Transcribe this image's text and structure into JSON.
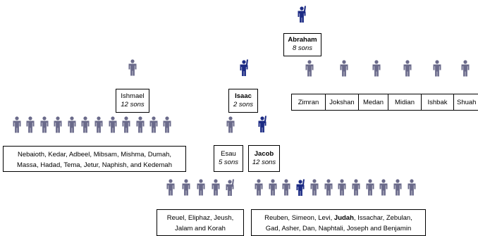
{
  "colors": {
    "grey_figure": "#6a6a8a",
    "blue_figure": "#1c2b84"
  },
  "icons": {
    "person": "person-icon",
    "person_raised_arm": "person-raised-arm-icon"
  },
  "abraham": {
    "name": "Abraham",
    "count": "8 sons"
  },
  "ishmael": {
    "name": "Ishmael",
    "count": "12 sons"
  },
  "isaac": {
    "name": "Isaac",
    "count": "2 sons"
  },
  "keturah_sons": [
    "Zimran",
    "Jokshan",
    "Medan",
    "Midian",
    "Ishbak",
    "Shuah"
  ],
  "esau": {
    "name": "Esau",
    "count": "5 sons"
  },
  "jacob": {
    "name": "Jacob",
    "count": "12 sons"
  },
  "ishmael_sons": {
    "line1": "Nebaioth, Kedar, Adbeel, Mibsam, Mishma, Dumah,",
    "line2": "Massa, Hadad, Tema, Jetur, Naphish, and Kedemah"
  },
  "esau_sons": {
    "line1": "Reuel, Eliphaz, Jeush,",
    "line2": "Jalam and Korah"
  },
  "jacob_sons": {
    "line1_pre": "Reuben, Simeon, Levi, ",
    "line1_bold": "Judah",
    "line1_post": ", Issachar, Zebulan,",
    "line2": "Gad, Asher, Dan, Naphtali, Joseph and Benjamin"
  }
}
